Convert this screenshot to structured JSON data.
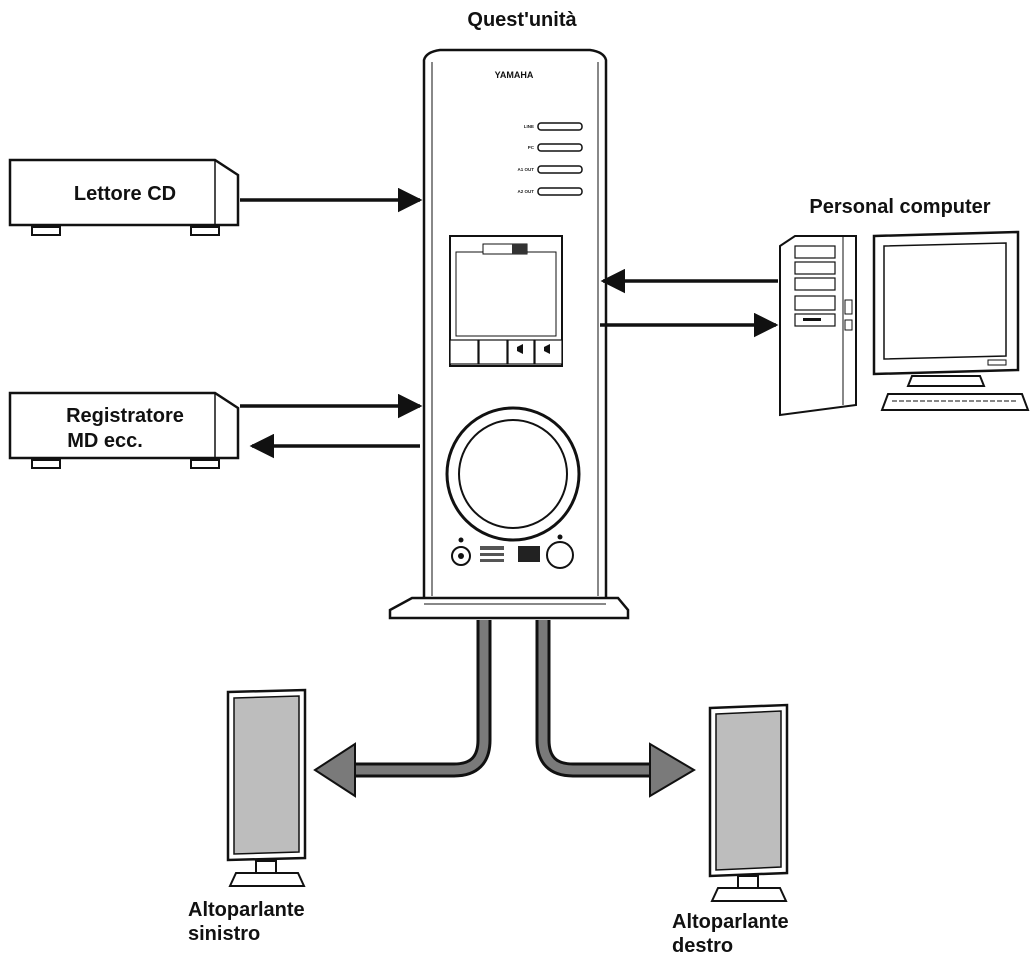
{
  "diagram": {
    "unit_title": "Quest'unità",
    "cd_player": "Lettore CD",
    "recorder_line1": "Registratore",
    "recorder_line2": "MD ecc.",
    "pc": "Personal computer",
    "speaker_left_line1": "Altoparlante",
    "speaker_left_line2": "sinistro",
    "speaker_right_line1": "Altoparlante",
    "speaker_right_line2": "destro"
  },
  "unit": {
    "brand": "YAMAHA",
    "inputs": [
      "LINE",
      "PC",
      "A1 OUT",
      "A2 OUT"
    ]
  },
  "colors": {
    "stroke": "#111111",
    "speaker_fill": "#bdbdbd",
    "cable": "#7a7a7a"
  }
}
